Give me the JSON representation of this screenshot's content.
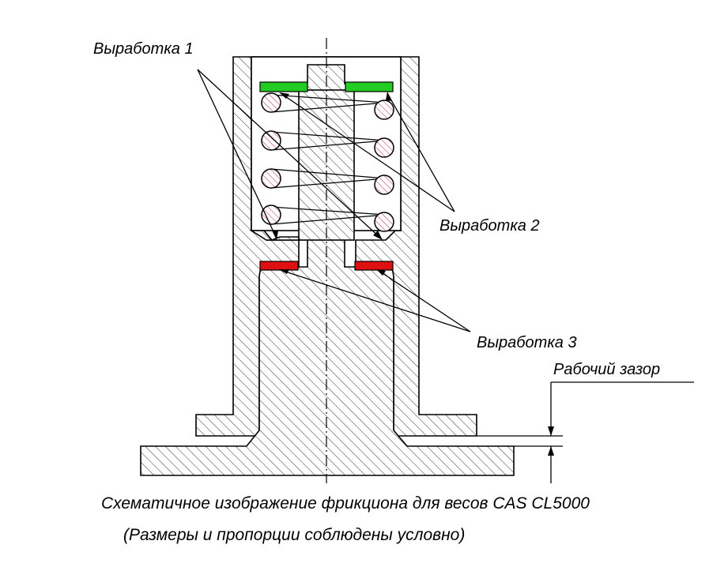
{
  "labels": {
    "wear1": "Выработка 1",
    "wear2": "Выработка 2",
    "wear3": "Выработка 3",
    "gap": "Рабочий зазор"
  },
  "caption": {
    "line1": "Схематичное изображение фрикциона для весов CAS CL5000",
    "line2": "(Размеры и пропорции соблюдены условно)"
  },
  "colors": {
    "wear_pad_top": "#22cc22",
    "wear_pad_bottom": "#dd1111",
    "coil_fill": "#cc4466",
    "hatch": "#000000"
  }
}
